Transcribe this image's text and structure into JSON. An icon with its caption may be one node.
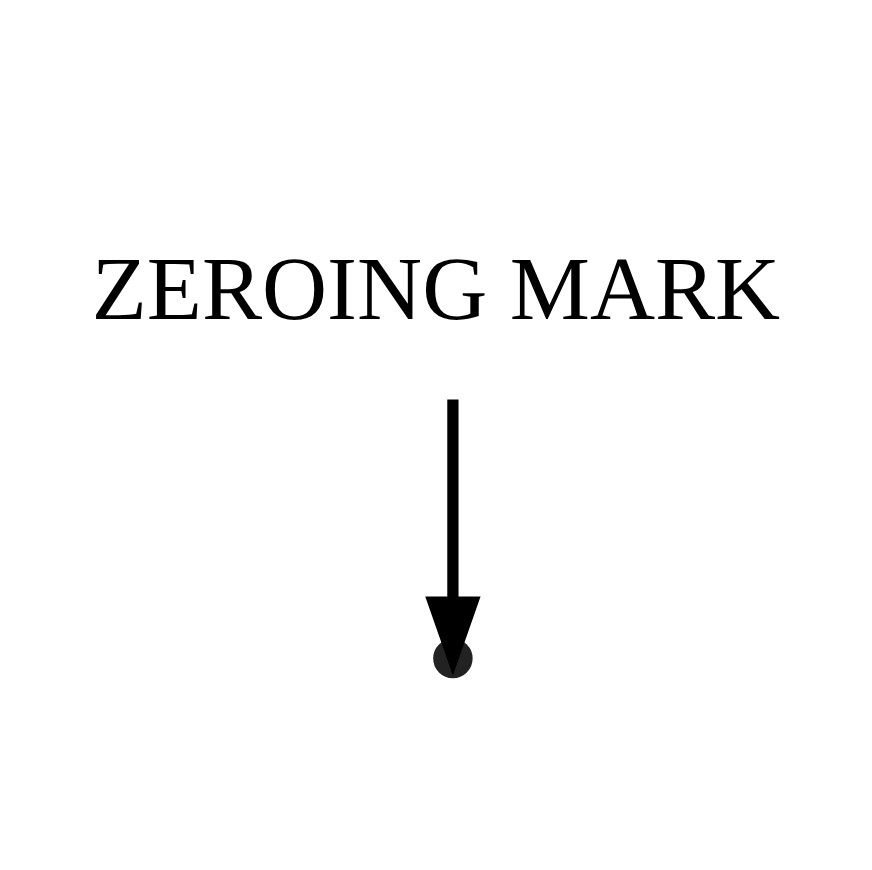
{
  "diagram": {
    "nodes": [
      {
        "text": [
          "ZEROING MARK"
        ]
      },
      {
        "text": [],
        "shape": "circle"
      }
    ],
    "edges": [
      {
        "from": 0,
        "to": 1,
        "arrow": "to"
      }
    ]
  }
}
